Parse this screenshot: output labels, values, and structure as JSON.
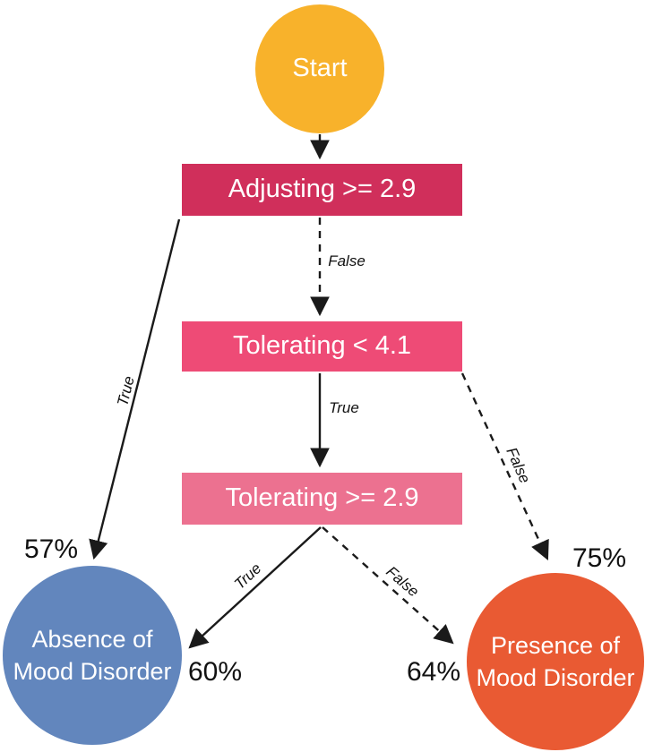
{
  "diagram": {
    "type": "decision-tree",
    "nodes": {
      "start": {
        "label": "Start",
        "shape": "circle",
        "color": "#F8B22B"
      },
      "decision1": {
        "label": "Adjusting >= 2.9",
        "shape": "rect",
        "color": "#D02F5B"
      },
      "decision2": {
        "label": "Tolerating < 4.1",
        "shape": "rect",
        "color": "#EE4B76"
      },
      "decision3": {
        "label": "Tolerating >= 2.9",
        "shape": "rect",
        "color": "#EC7190"
      },
      "absence": {
        "label_line1": "Absence of",
        "label_line2": "Mood Disorder",
        "shape": "circle",
        "color": "#6286BD"
      },
      "presence": {
        "label_line1": "Presence of",
        "label_line2": "Mood Disorder",
        "shape": "circle",
        "color": "#E95A33"
      }
    },
    "edges": [
      {
        "from": "start",
        "to": "decision1",
        "style": "solid",
        "label": ""
      },
      {
        "from": "decision1",
        "to": "decision2",
        "style": "dashed",
        "label": "False"
      },
      {
        "from": "decision1",
        "to": "absence",
        "style": "solid",
        "label": "True",
        "probability": "57%"
      },
      {
        "from": "decision2",
        "to": "decision3",
        "style": "solid",
        "label": "True"
      },
      {
        "from": "decision2",
        "to": "presence",
        "style": "dashed",
        "label": "False",
        "probability": "75%"
      },
      {
        "from": "decision3",
        "to": "absence",
        "style": "solid",
        "label": "True",
        "probability": "60%"
      },
      {
        "from": "decision3",
        "to": "presence",
        "style": "dashed",
        "label": "False",
        "probability": "64%"
      }
    ],
    "node_text_color": "#FFFFFF",
    "edge_color": "#1A1A1A",
    "label_text_color": "#111111"
  }
}
